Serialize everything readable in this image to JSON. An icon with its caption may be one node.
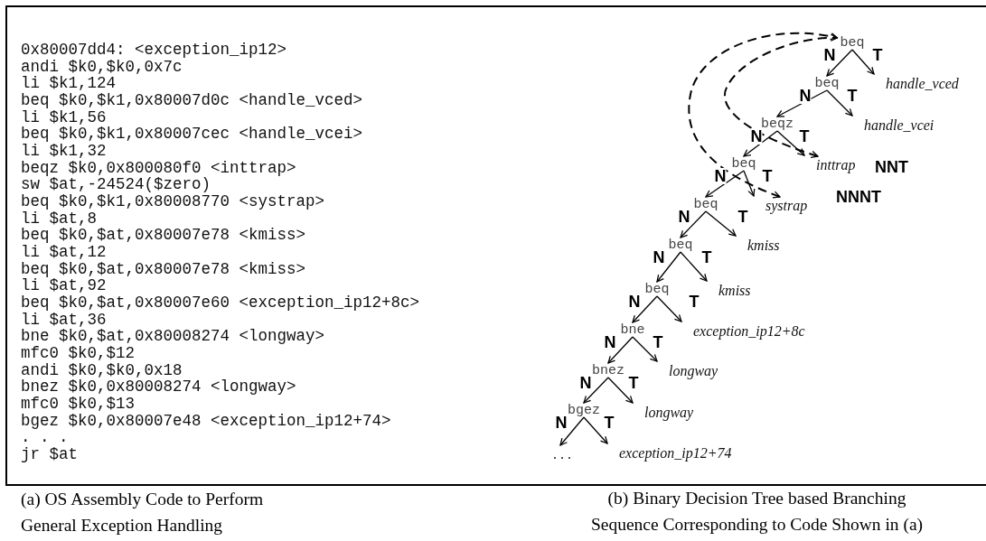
{
  "diagram": {
    "nodes": [
      {
        "text": [
          "beq"
        ]
      },
      {
        "text": [
          "handle_vced"
        ]
      },
      {
        "text": [
          "beq"
        ]
      },
      {
        "text": [
          "handle_vcei"
        ]
      },
      {
        "text": [
          "beqz"
        ]
      },
      {
        "text": [
          "inttrap"
        ]
      },
      {
        "text": [
          "beq"
        ]
      },
      {
        "text": [
          "systrap"
        ]
      },
      {
        "text": [
          "beq"
        ]
      },
      {
        "text": [
          "kmiss"
        ]
      },
      {
        "text": [
          "beq"
        ]
      },
      {
        "text": [
          "kmiss"
        ]
      },
      {
        "text": [
          "beq"
        ]
      },
      {
        "text": [
          "exception_ip12+8c"
        ]
      },
      {
        "text": [
          "bne"
        ]
      },
      {
        "text": [
          "longway"
        ]
      },
      {
        "text": [
          "bnez"
        ]
      },
      {
        "text": [
          "longway"
        ]
      },
      {
        "text": [
          "bgez"
        ]
      },
      {
        "text": [
          "exception_ip12+74"
        ]
      },
      {
        "text": [
          ". . ."
        ]
      }
    ],
    "edges": [
      {
        "from": 0,
        "to": 2,
        "arrow": "to",
        "label": "N"
      },
      {
        "from": 0,
        "to": 1,
        "arrow": "to",
        "label": "T"
      },
      {
        "from": 2,
        "to": 4,
        "arrow": "to",
        "label": "N"
      },
      {
        "from": 2,
        "to": 3,
        "arrow": "to",
        "label": "T"
      },
      {
        "from": 4,
        "to": 6,
        "arrow": "to",
        "label": "N"
      },
      {
        "from": 4,
        "to": 5,
        "arrow": "to",
        "label": "T"
      },
      {
        "from": 6,
        "to": 8,
        "arrow": "to",
        "label": "N"
      },
      {
        "from": 6,
        "to": 7,
        "arrow": "to",
        "label": "T"
      },
      {
        "from": 8,
        "to": 10,
        "arrow": "to",
        "label": "N"
      },
      {
        "from": 8,
        "to": 9,
        "arrow": "to",
        "label": "T"
      },
      {
        "from": 10,
        "to": 12,
        "arrow": "to",
        "label": "N"
      },
      {
        "from": 10,
        "to": 11,
        "arrow": "to",
        "label": "T"
      },
      {
        "from": 12,
        "to": 14,
        "arrow": "to",
        "label": "N"
      },
      {
        "from": 12,
        "to": 13,
        "arrow": "to",
        "label": "T"
      },
      {
        "from": 14,
        "to": 16,
        "arrow": "to",
        "label": "N"
      },
      {
        "from": 14,
        "to": 15,
        "arrow": "to",
        "label": "T"
      },
      {
        "from": 16,
        "to": 18,
        "arrow": "to",
        "label": "N"
      },
      {
        "from": 16,
        "to": 17,
        "arrow": "to",
        "label": "T"
      },
      {
        "from": 18,
        "to": 20,
        "arrow": "to",
        "label": "N"
      },
      {
        "from": 18,
        "to": 19,
        "arrow": "to",
        "label": "T"
      },
      {
        "from": 5,
        "to": 0,
        "arrow": "both",
        "style": "dashed"
      },
      {
        "from": 7,
        "to": 0,
        "arrow": "both",
        "style": "dashed"
      }
    ],
    "labels": [
      "0x80007dd4: <exception_ip12>",
      "andi $k0,$k0,0x7c",
      "li $k1,124",
      "beq $k0,$k1,0x80007d0c <handle_vced>",
      "li $k1,56",
      "beq $k0,$k1,0x80007cec <handle_vcei>",
      "li $k1,32",
      "beqz $k0,0x800080f0 <inttrap>",
      "sw $at,-24524($zero)",
      "beq $k0,$k1,0x80008770 <systrap>",
      "li $at,8",
      "beq $k0,$at,0x80007e78 <kmiss>",
      "li $at,12",
      "beq $k0,$at,0x80007e78 <kmiss>",
      "li $at,92",
      "beq $k0,$at,0x80007e60 <exception_ip12+8c>",
      "li $at,36",
      "bne $k0,$at,0x80008274 <longway>",
      "mfc0 $k0,$12",
      "andi $k0,$k0,0x18",
      "bnez $k0,0x80008274 <longway>",
      "mfc0 $k0,$13",
      "bgez $k0,0x80007e48 <exception_ip12+74>",
      ". . .",
      "jr $at",
      "NNT",
      "NNNT",
      "(a) OS Assembly Code to Perform General Exception Handling",
      "(b) Binary Decision Tree based Branching Sequence Corresponding to Code Shown in (a)"
    ]
  }
}
